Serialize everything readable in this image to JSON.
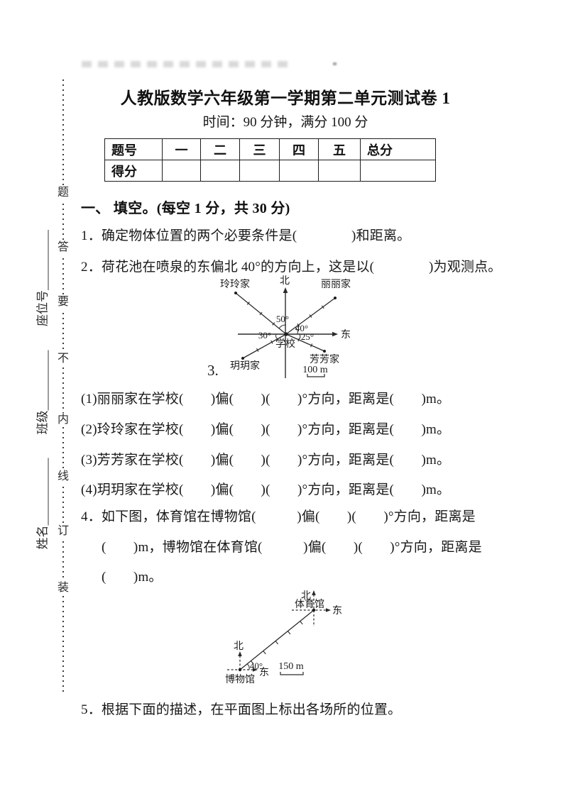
{
  "margin": {
    "fields": [
      {
        "label": "姓名"
      },
      {
        "label": "班级"
      },
      {
        "label": "座位号"
      }
    ],
    "binding_chars": [
      "题",
      "答",
      "要",
      "不",
      "内",
      "线",
      "订",
      "装"
    ]
  },
  "header": {
    "title": "人教版数学六年级第一学期第二单元测试卷 1",
    "subtitle": "时间：90 分钟，满分 100 分"
  },
  "score_table": {
    "row1_label": "题号",
    "row2_label": "得分",
    "columns": [
      "一",
      "二",
      "三",
      "四",
      "五",
      "总分"
    ]
  },
  "section": {
    "heading": "一、 填空。(每空 1 分，共 30 分)"
  },
  "questions": {
    "q1": "1．确定物体位置的两个必要条件是(　　　　)和距离。",
    "q2": "2．荷花池在喷泉的东偏北 40°的方向上，这是以(　　　　)为观测点。",
    "q3_number": "3.",
    "q3_items": [
      "(1)丽丽家在学校(　　)偏(　　)(　　)°方向，距离是(　　)m。",
      "(2)玲玲家在学校(　　)偏(　　)(　　)°方向，距离是(　　)m。",
      "(3)芳芳家在学校(　　)偏(　　)(　　)°方向，距离是(　　)m。",
      "(4)玥玥家在学校(　　)偏(　　)(　　)°方向，距离是(　　)m。"
    ],
    "q4_line1": "4．如下图，体育馆在博物馆(　　　)偏(　　)(　　)°方向，距离是",
    "q4_line2": "(　　)m，博物馆在体育馆(　　　)偏(　　)(　　)°方向，距离是",
    "q4_line3": "(　　)m。",
    "q5": "5．根据下面的描述，在平面图上标出各场所的位置。"
  },
  "diagram1": {
    "north": "北",
    "east": "东",
    "center": "学校",
    "home_nw": "玲玲家",
    "home_ne": "丽丽家",
    "home_sw": "玥玥家",
    "home_se": "芳芳家",
    "angle_nw": "50°",
    "angle_ne": "40°",
    "angle_sw": "30°",
    "angle_se": "25°",
    "scale": "100 m"
  },
  "diagram2": {
    "gym_north": "北",
    "gym_east": "东",
    "gym": "体育馆",
    "museum_north": "北",
    "museum_east": "东",
    "museum": "博物馆",
    "angle": "40°",
    "scale": "150 m"
  }
}
